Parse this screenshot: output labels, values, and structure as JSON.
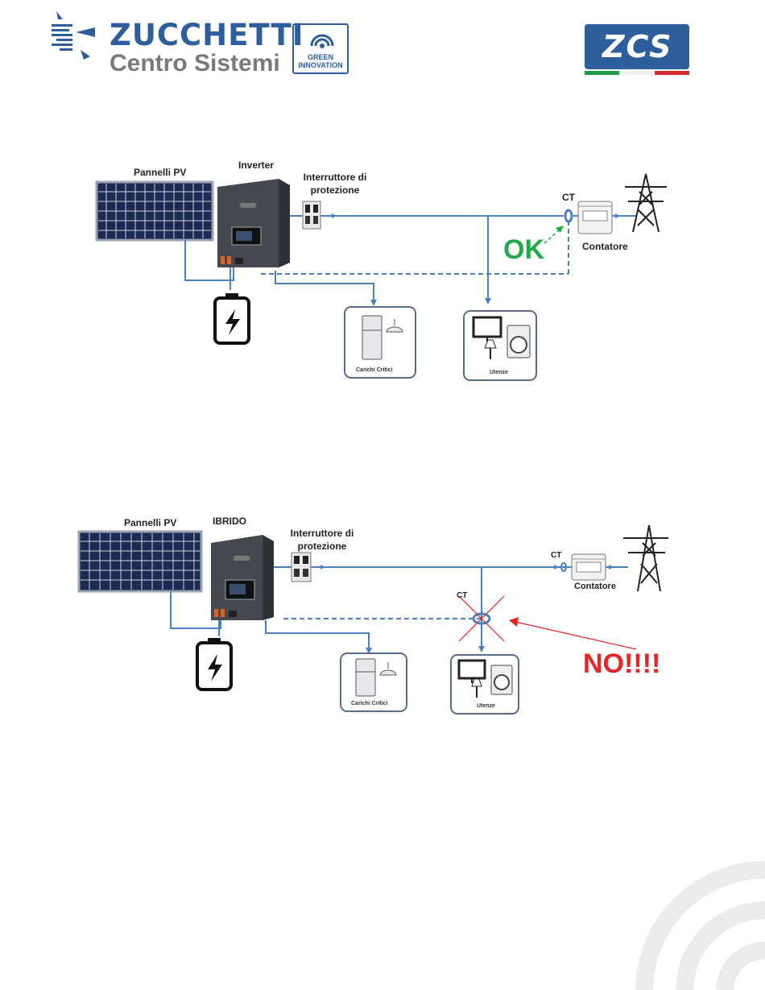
{
  "header": {
    "brand_line1": "ZUCCHETTI",
    "brand_line2": "Centro Sistemi",
    "badge_line1": "GREEN",
    "badge_line2": "INNOVATION",
    "right_logo": "ZCS"
  },
  "diagram_ok": {
    "pv_label": "Pannelli PV",
    "inverter_label": "Inverter",
    "breaker_label": "Interruttore di protezione",
    "ct_label": "CT",
    "meter_label": "Contatore",
    "critical_label": "Carichi Critici",
    "loads_label": "Utenze",
    "verdict": "OK",
    "verdict_color": "#22a84a"
  },
  "diagram_no": {
    "pv_label": "Pannelli PV",
    "inverter_label": "IBRIDO",
    "breaker_label": "Interruttore di protezione",
    "ct_label_grid": "CT",
    "ct_label_wrong": "CT",
    "meter_label": "Contatore",
    "critical_label": "Carichi Critici",
    "loads_label": "Utenze",
    "verdict": "NO!!!!",
    "verdict_color": "#e4262a"
  },
  "colors": {
    "wire": "#4a7fc1",
    "inverter": "#45494f",
    "brand_blue": "#2e5f9c"
  }
}
